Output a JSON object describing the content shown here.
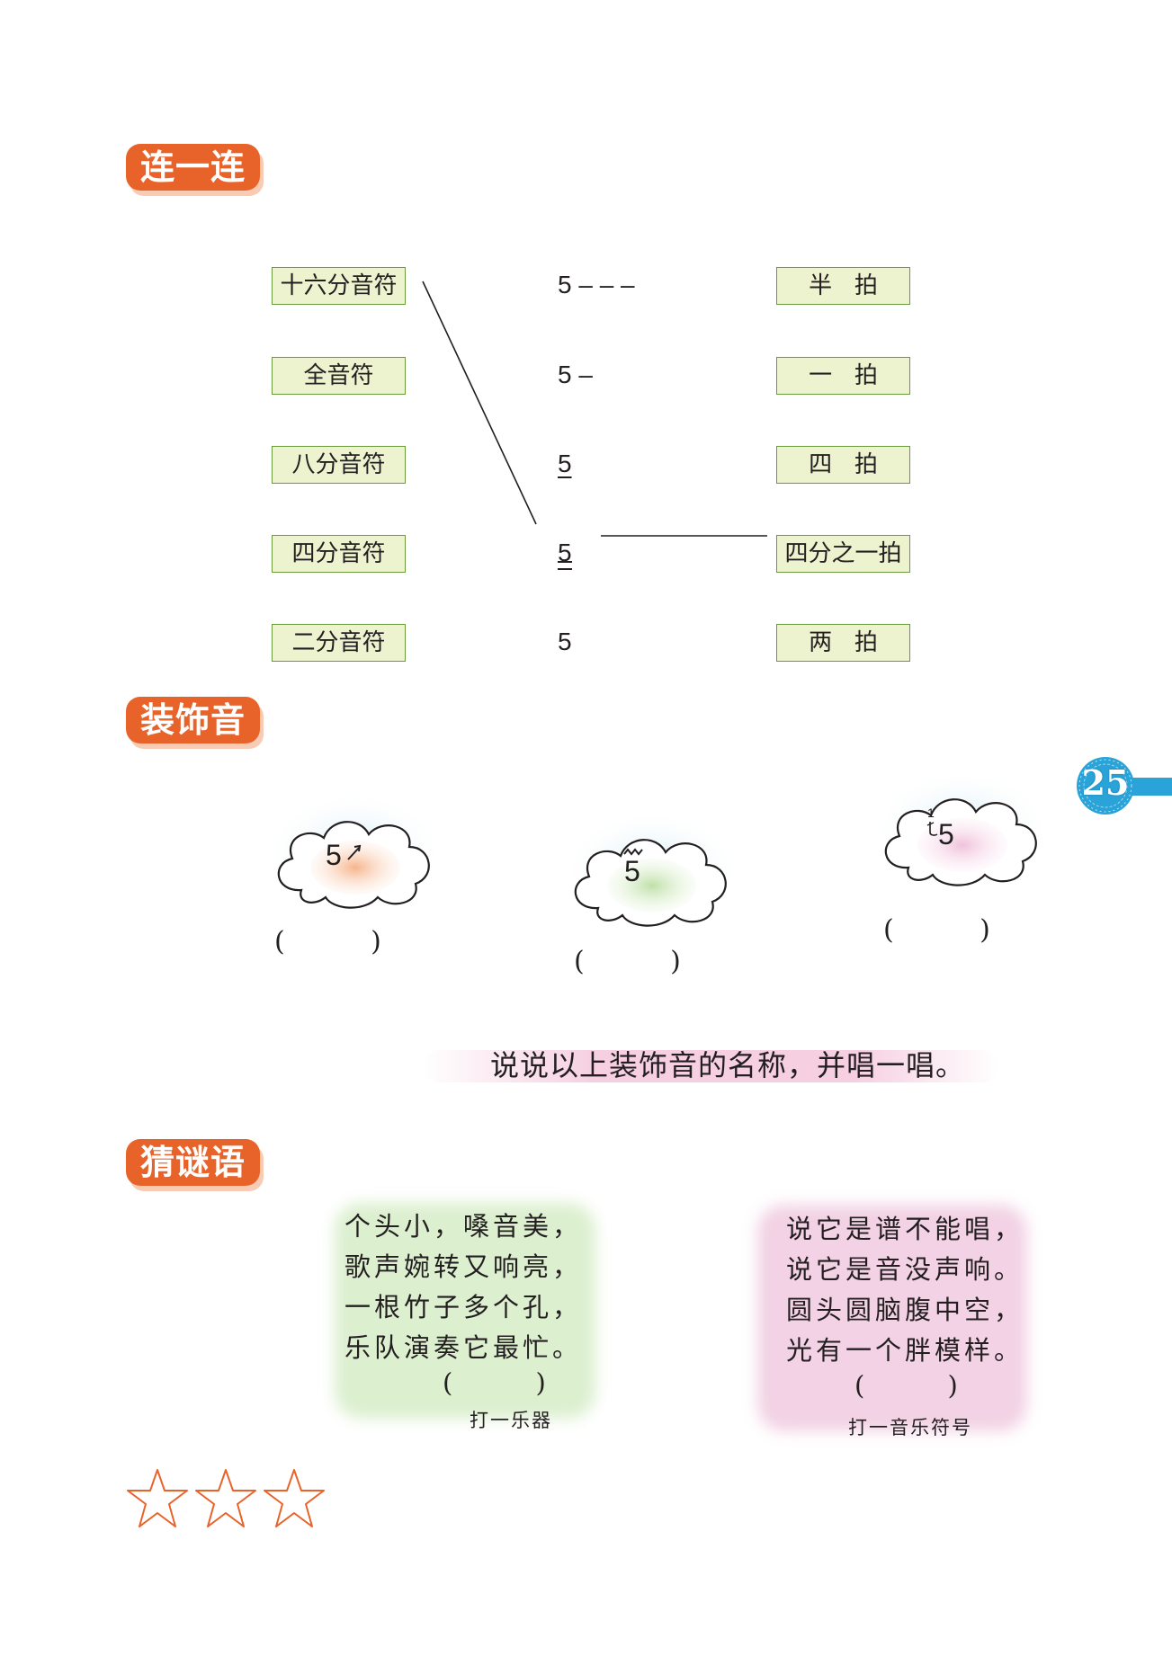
{
  "sections": {
    "match_title": "连一连",
    "grace_title": "装饰音",
    "riddle_title": "猜谜语"
  },
  "match": {
    "left": [
      "十六分音符",
      "全音符",
      "八分音符",
      "四分音符",
      "二分音符"
    ],
    "middle": [
      "5 – – –",
      "5 –",
      "5",
      "5",
      "5"
    ],
    "right": [
      "半   拍",
      "一   拍",
      "四   拍",
      "四分之一拍",
      "两   拍"
    ]
  },
  "grace": {
    "clouds": [
      "5",
      "5",
      "5"
    ],
    "grace_superscript": "1",
    "parens": [
      "(          )",
      "(          )",
      "(          )"
    ],
    "instruction": "说说以上装饰音的名称，并唱一唱。"
  },
  "riddles": [
    {
      "lines": [
        "个头小，嗓音美，",
        "歌声婉转又响亮，",
        "一根竹子多个孔，",
        "乐队演奏它最忙。"
      ],
      "answer_paren": "(          )",
      "hint": "打一乐器"
    },
    {
      "lines": [
        "说它是谱不能唱，",
        "说它是音没声响。",
        "圆头圆脑腹中空，",
        "光有一个胖模样。"
      ],
      "answer_paren": "(          )",
      "hint": "打一音乐符号"
    }
  ],
  "stars": {
    "count": 3,
    "filled": 0
  },
  "page_number": "25",
  "colors": {
    "badge": "#e8632a",
    "box_fill": "#eef3cf",
    "box_border": "#6b9a3c",
    "tab_blue": "#2aa3d8",
    "star_stroke": "#e8632a"
  }
}
